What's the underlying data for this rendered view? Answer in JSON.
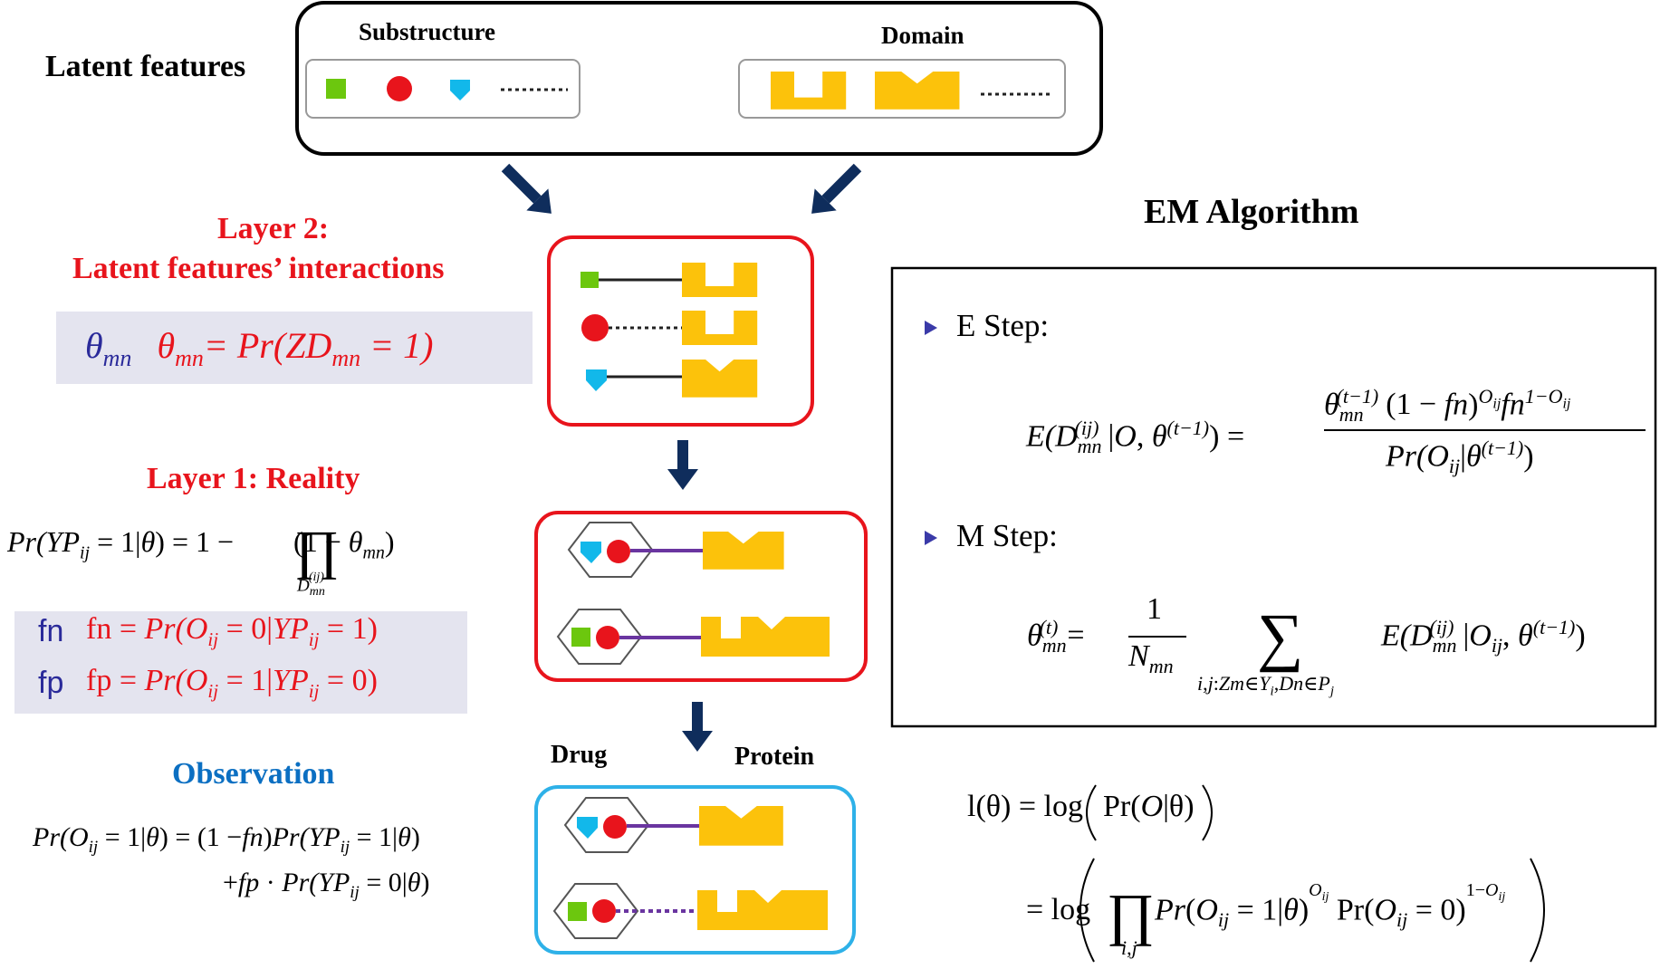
{
  "latent": {
    "title": "Latent features",
    "substructure_label": "Substructure",
    "domain_label": "Domain"
  },
  "layer2": {
    "title_line1": "Layer 2:",
    "title_line2": "Latent features’ interactions",
    "theta_symbol": "θ",
    "theta_sub": "mn",
    "eq_prefix": "= Pr(ZD",
    "eq_sub": "mn",
    "eq_suffix": " = 1)"
  },
  "layer1": {
    "title": "Layer 1: Reality",
    "formula": "Pr(YPij = 1|θ) = 1 − ∏ (1 − θmn)",
    "fn_label": "fn",
    "fn_formula": "fn = Pr(Oij = 0|YPij = 1)",
    "fp_label": "fp",
    "fp_formula": "fp = Pr(Oij = 1|YPij = 0)"
  },
  "observation": {
    "title": "Observation",
    "line1": "Pr(Oij = 1|θ) = (1 − fn)Pr(YPij = 1|θ)",
    "line2": "+fp · Pr(YPij = 0|θ)",
    "drug_label": "Drug",
    "protein_label": "Protein"
  },
  "em": {
    "title": "EM Algorithm",
    "e_step": "E Step:",
    "m_step": "M Step:",
    "e_formula": "E(Dmn(ij)|O, θ(t−1)) = θmn(t−1)(1 − fn)Oij fn1−Oij / Pr(Oij|θ(t−1))",
    "m_formula": "θmn(t) = 1/Nmn Σ i,j:Zm∈Yi,Dn∈Pj E(Dmn(ij)|Oij, θ(t−1))",
    "loglik_1": "l(θ) = log(Pr(O|θ))",
    "loglik_2": "= log(∏i,j Pr(Oij = 1|θ)^Oij Pr(Oij = 0)^(1−Oij))"
  },
  "colors": {
    "red": "#e8141c",
    "blue_title": "#0b6fc2",
    "dark_arrow": "#0f2d5c",
    "gold": "#fcc20b",
    "green": "#6cc70e",
    "cyan": "#12b8ea",
    "purple": "#6a35a0",
    "panel_gray": "#e4e4ef",
    "bullet": "#3a3aa8"
  }
}
